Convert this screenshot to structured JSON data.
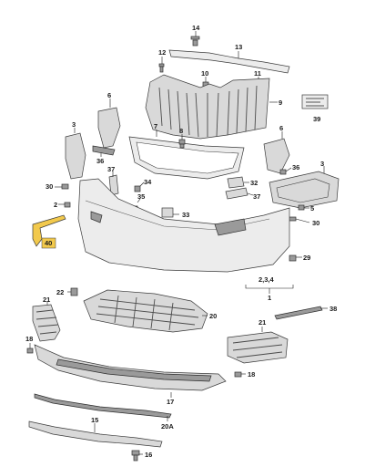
{
  "callouts": {
    "c1": "1",
    "c2": "2",
    "c234": "2,3,4",
    "c3a": "3",
    "c3b": "3",
    "c5": "5",
    "c6a": "6",
    "c6b": "6",
    "c7": "7",
    "c8": "8",
    "c9": "9",
    "c10": "10",
    "c11": "11",
    "c12": "12",
    "c13": "13",
    "c14": "14",
    "c15": "15",
    "c16": "16",
    "c17": "17",
    "c18a": "18",
    "c18b": "18",
    "c20": "20",
    "c20a": "20A",
    "c21a": "21",
    "c21b": "21",
    "c22": "22",
    "c29": "29",
    "c30a": "30",
    "c30b": "30",
    "c32": "32",
    "c33": "33",
    "c34": "34",
    "c35": "35",
    "c36a": "36",
    "c36b": "36",
    "c37a": "37",
    "c37b": "37",
    "c38": "38",
    "c39": "39",
    "c40": "40"
  },
  "colors": {
    "badge_fill": "#f2c94c",
    "line": "#1a1a1a",
    "part": "#d9d9d9",
    "part_dark": "#9a9a9a"
  }
}
